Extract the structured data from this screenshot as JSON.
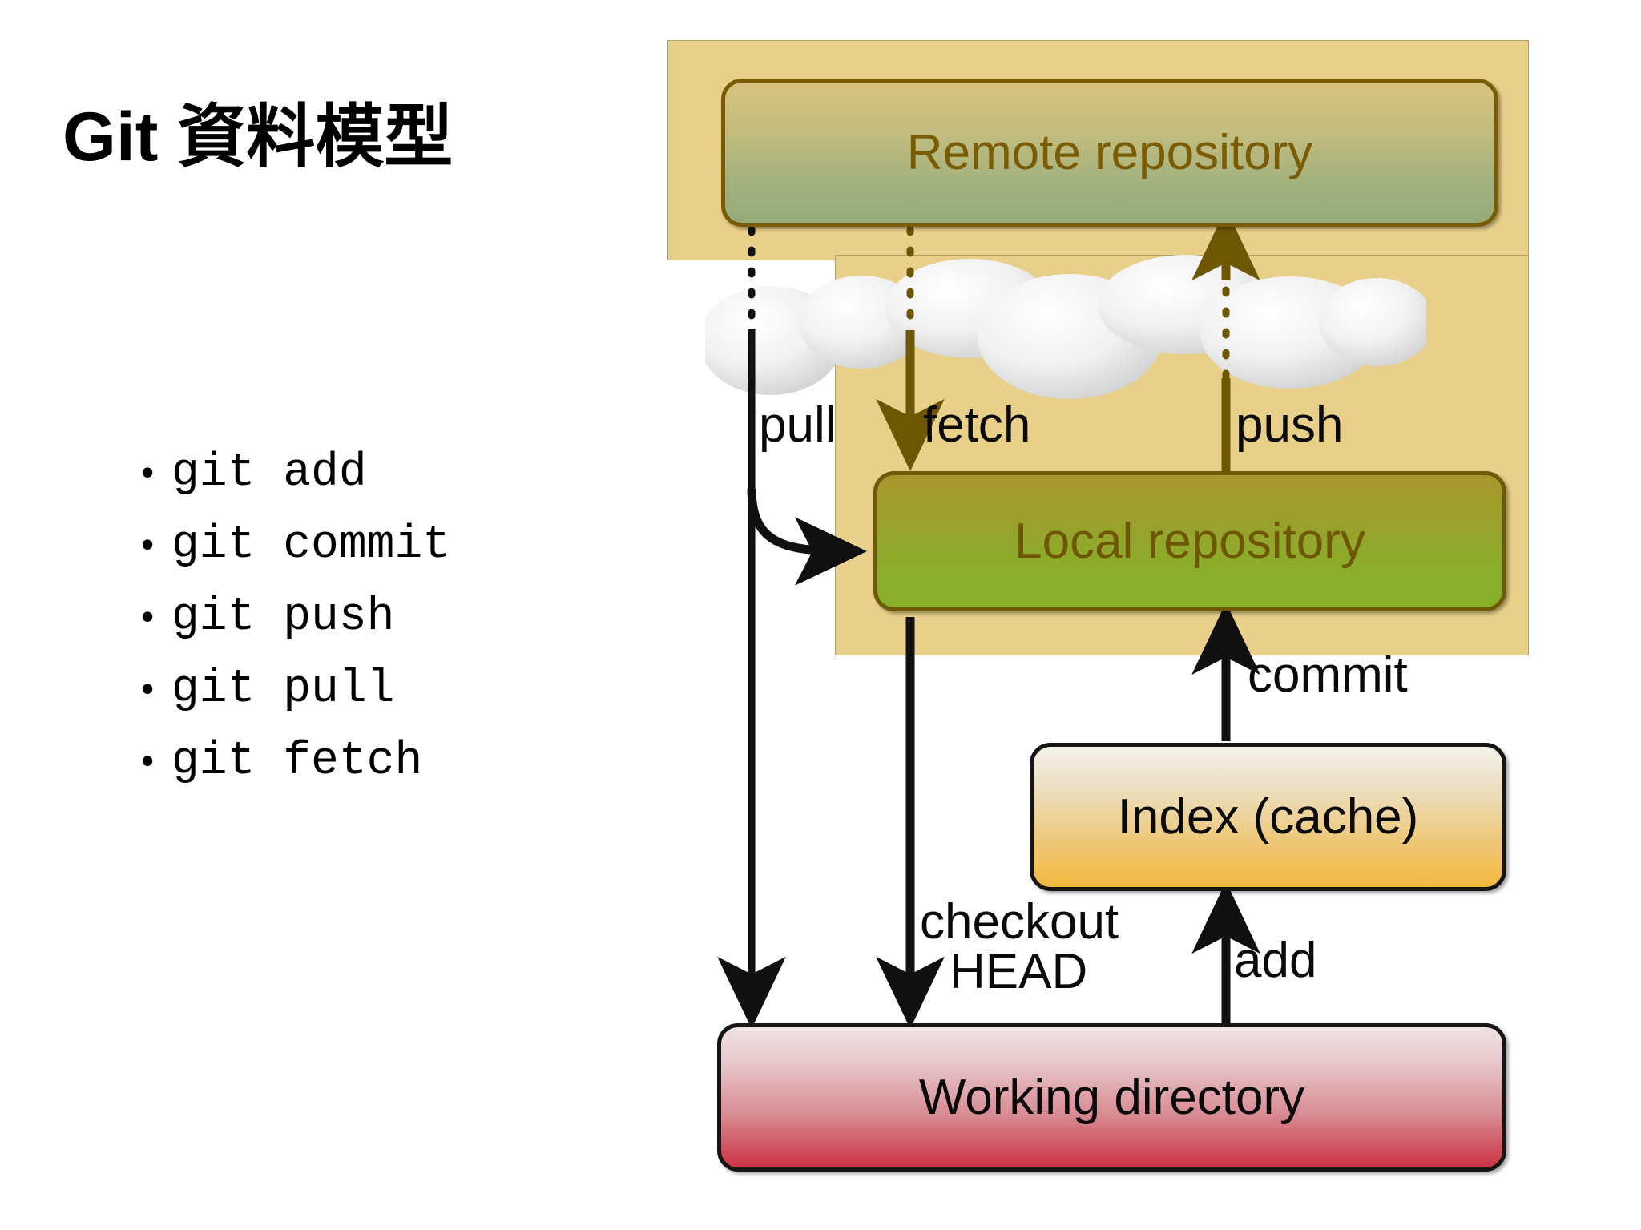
{
  "slide": {
    "title": "Git 資料模型",
    "bullet_glyph": "•"
  },
  "commands": [
    {
      "text": "git add"
    },
    {
      "text": "git commit"
    },
    {
      "text": "git push"
    },
    {
      "text": "git pull"
    },
    {
      "text": "git fetch"
    }
  ],
  "diagram": {
    "nodes": {
      "remote": "Remote repository",
      "local": "Local repository",
      "index": "Index (cache)",
      "working": "Working directory"
    },
    "edges": {
      "pull": "pull",
      "fetch": "fetch",
      "push": "push",
      "commit": "commit",
      "checkout": "checkout",
      "head": "HEAD",
      "add": "add"
    }
  },
  "colors": {
    "panel_tan": "#e8d08a",
    "remote_text": "#7a5c05",
    "local_text": "#6d5704",
    "arrow_black": "#101010",
    "arrow_olive": "#6d5704",
    "working_red": "#cc3344",
    "index_amber": "#f3b93f",
    "background": "#ffffff"
  }
}
